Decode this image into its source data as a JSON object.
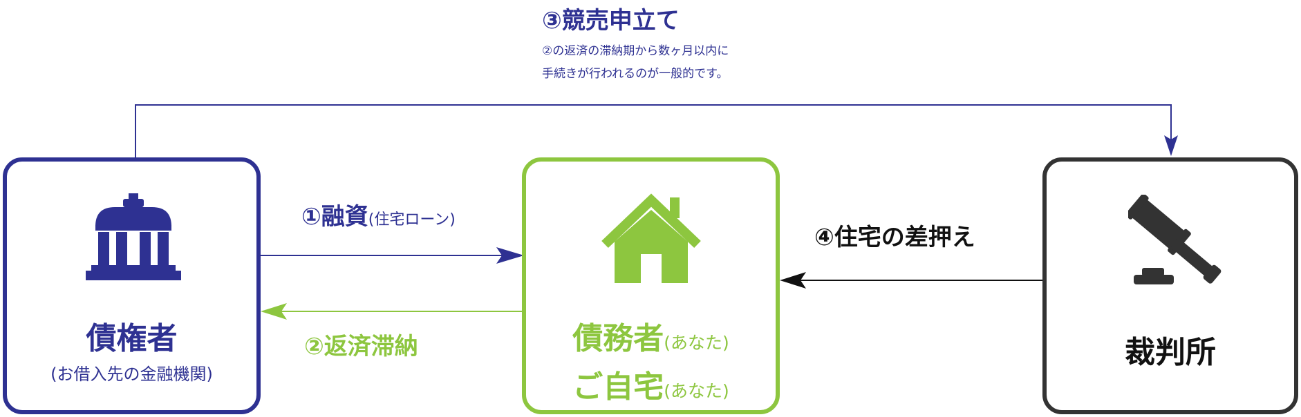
{
  "colors": {
    "creditor": "#2e3192",
    "debtor": "#8dc63f",
    "court": "#333333",
    "seize": "#111111"
  },
  "nodes": {
    "creditor": {
      "name": "債権者",
      "sub": "(お借入先の金融機関)",
      "icon": "bank-icon"
    },
    "debtor": {
      "line1": "債務者",
      "line1_suffix": "(あなた)",
      "line2": "ご自宅",
      "line2_suffix": "(あなた)",
      "icon": "house-icon"
    },
    "court": {
      "name": "裁判所",
      "icon": "gavel-icon"
    }
  },
  "steps": {
    "loan": {
      "label": "①融資",
      "suffix": "(住宅ローン)"
    },
    "default": {
      "label": "②返済滞納"
    },
    "auction": {
      "label": "③競売申立て",
      "note_line1": "②の返済の滞納期から数ヶ月以内に",
      "note_line2": "手続きが行われるのが一般的です。"
    },
    "seizure": {
      "label": "④住宅の差押え"
    }
  }
}
